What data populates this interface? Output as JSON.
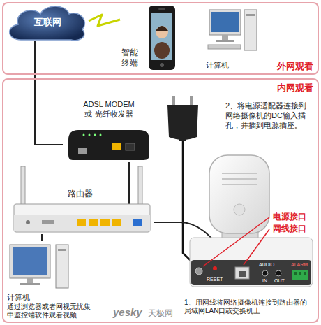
{
  "diagram": {
    "nodes": [
      {
        "text": [
          "外网观看"
        ]
      },
      {
        "text": [
          "互联网"
        ],
        "in": 0
      },
      {
        "text": [
          "智能终端"
        ],
        "in": 0
      },
      {
        "text": [
          "计算机"
        ],
        "in": 0
      },
      {
        "text": [
          "内网观看"
        ]
      },
      {
        "text": [
          "ADSL MODEM 或 光纤收发器"
        ],
        "in": 4
      },
      {
        "text": [
          "路由器"
        ],
        "in": 4
      },
      {
        "text": [
          "2、将电源适配器连接到网络摄像机的DC输入插孔，并插到电源插座。"
        ],
        "in": 4
      },
      {
        "text": [
          "1、用网线将网络摄像机连接到路由器的局域网LAN口或交换机上"
        ],
        "in": 4
      },
      {
        "text": [
          "计算机",
          "通过浏览器或者网视无忧集中监控端软件观看视频"
        ],
        "in": 4
      }
    ],
    "edges": [
      {
        "from": 1,
        "to": 2,
        "arrow": "none"
      },
      {
        "from": 1,
        "to": 5,
        "arrow": "none"
      },
      {
        "from": 5,
        "to": 6,
        "arrow": "none"
      },
      {
        "from": 6,
        "to": 8,
        "arrow": "none"
      },
      {
        "from": 6,
        "to": 9,
        "arrow": "none"
      },
      {
        "from": 7,
        "to": 8,
        "arrow": "none"
      }
    ],
    "labels": [
      "电源接口",
      "网线接口",
      "RESET",
      "AUDIO",
      "IN",
      "OUT",
      "ALARM",
      "yesky",
      "天极网"
    ]
  }
}
